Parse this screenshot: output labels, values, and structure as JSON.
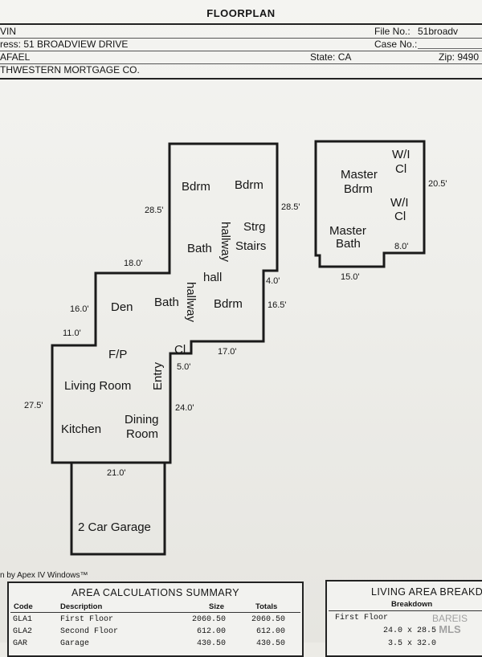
{
  "header": {
    "title": "FLOORPLAN",
    "borrower_partial": "VIN",
    "file_no_label": "File No.:",
    "file_no_value": "51broadv",
    "address_partial": "ress: 51 BROADVIEW DRIVE",
    "case_no_label": "Case No.:",
    "city_partial": "AFAEL",
    "state_label": "State: CA",
    "zip_label": "Zip: 9490",
    "lender_partial": "THWESTERN MORTGAGE CO."
  },
  "rooms": {
    "bdrm_upper_left": "Bdrm",
    "bdrm_upper_right": "Bdrm",
    "strg": "Strg",
    "stairs": "Stairs",
    "bath_upper": "Bath",
    "hallway_upper": "hallway",
    "hall": "hall",
    "den": "Den",
    "bath_lower": "Bath",
    "hallway_lower": "hallway",
    "bdrm_lower": "Bdrm",
    "fp": "F/P",
    "cl": "Cl",
    "entry": "Entry",
    "living_room": "Living Room",
    "kitchen": "Kitchen",
    "dining": "Dining",
    "dining_room": "Room",
    "garage": "2 Car Garage",
    "wi_cl_1a": "W/I",
    "wi_cl_1b": "Cl",
    "master_bdrm_1": "Master",
    "master_bdrm_2": "Bdrm",
    "wi_cl_2a": "W/I",
    "wi_cl_2b": "Cl",
    "master_bath_1": "Master",
    "master_bath_2": "Bath"
  },
  "dimensions": {
    "d_28_5_left": "28.5'",
    "d_28_5_right": "28.5'",
    "d_18_0": "18.0'",
    "d_4_0": "4.0'",
    "d_16_0": "16.0'",
    "d_16_5": "16.5'",
    "d_11_0": "11.0'",
    "d_17_0": "17.0'",
    "d_5_0": "5.0'",
    "d_27_5": "27.5'",
    "d_24_0": "24.0'",
    "d_21_0": "21.0'",
    "d_20_5": "20.5'",
    "d_8_0": "8.0'",
    "d_15_0": "15.0'"
  },
  "footer": {
    "apex_note": "n by Apex IV Windows™"
  },
  "area_table": {
    "title": "AREA CALCULATIONS SUMMARY",
    "col_code": "Code",
    "col_description": "Description",
    "col_size": "Size",
    "col_totals": "Totals",
    "rows": [
      {
        "code": "GLA1",
        "description": "First Floor",
        "size": "2060.50",
        "total": "2060.50"
      },
      {
        "code": "GLA2",
        "description": "Second Floor",
        "size": "612.00",
        "total": "612.00"
      },
      {
        "code": "GAR",
        "description": "Garage",
        "size": "430.50",
        "total": "430.50"
      }
    ]
  },
  "living_area": {
    "title": "LIVING AREA BREAKD",
    "subtitle": "Breakdown",
    "row1": "First Floor",
    "row2": "24.0   x   28.5",
    "row3": "3.5   x   32.0"
  },
  "watermark": {
    "line1": "BAREIS",
    "line2": "MLS"
  }
}
